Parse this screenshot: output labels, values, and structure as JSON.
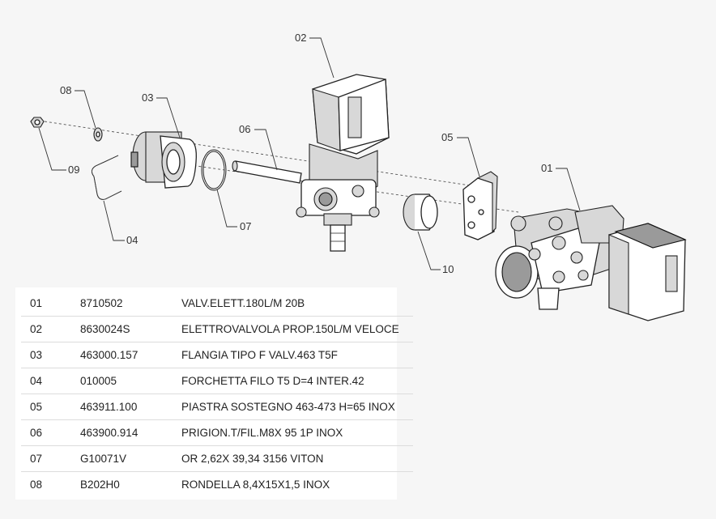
{
  "callouts": [
    "01",
    "02",
    "03",
    "04",
    "05",
    "06",
    "07",
    "08",
    "09",
    "10"
  ],
  "parts": [
    {
      "pos": "01",
      "code": "8710502",
      "description": "VALV.ELETT.180L/M 20B"
    },
    {
      "pos": "02",
      "code": "8630024S",
      "description": "ELETTROVALVOLA PROP.150L/M VELOCE"
    },
    {
      "pos": "03",
      "code": "463000.157",
      "description": "FLANGIA TIPO F VALV.463 T5F"
    },
    {
      "pos": "04",
      "code": "010005",
      "description": "FORCHETTA FILO T5 D=4 INTER.42"
    },
    {
      "pos": "05",
      "code": "463911.100",
      "description": "PIASTRA SOSTEGNO 463-473 H=65 INOX"
    },
    {
      "pos": "06",
      "code": "463900.914",
      "description": "PRIGION.T/FIL.M8X 95 1P INOX"
    },
    {
      "pos": "07",
      "code": "G10071V",
      "description": "OR 2,62X 39,34 3156 VITON"
    },
    {
      "pos": "08",
      "code": "B202H0",
      "description": "RONDELLA 8,4X15X1,5 INOX"
    }
  ]
}
